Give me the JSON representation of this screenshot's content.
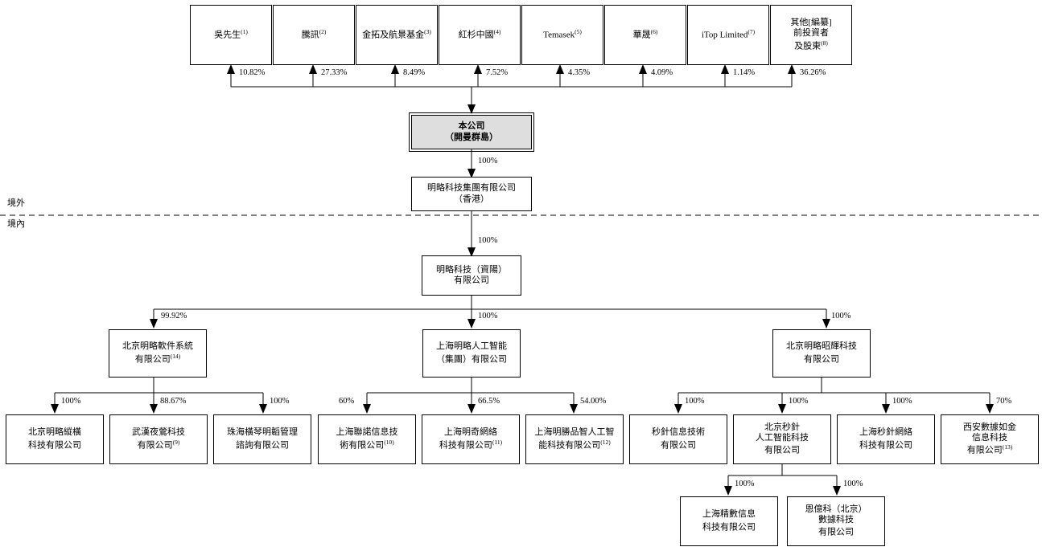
{
  "diagram": {
    "title": "Corporate Shareholding Structure Chart",
    "region_labels": {
      "offshore": "境外",
      "onshore": "境內"
    },
    "shareholders": [
      {
        "name": "吳先生",
        "note": "(1)",
        "pct": "10.82%"
      },
      {
        "name": "騰訊",
        "note": "(2)",
        "pct": "27.33%"
      },
      {
        "name": "金拓及航景基金",
        "note": "(3)",
        "pct": "8.49%"
      },
      {
        "name": "紅杉中國",
        "note": "(4)",
        "pct": "7.52%"
      },
      {
        "name": "Temasek",
        "note": "(5)",
        "pct": "4.35%"
      },
      {
        "name": "華晟",
        "note": "(6)",
        "pct": "4.09%"
      },
      {
        "name": "iTop Limited",
        "note": "(7)",
        "pct": "1.14%"
      },
      {
        "name": "其他[編纂]\n前投資者\n及股東",
        "note": "(8)",
        "pct": "36.26%"
      }
    ],
    "company": {
      "name": "本公司\n（開曼群島）"
    },
    "hk_entity": {
      "name": "明略科技集團有限公司\n（香港）",
      "pct": "100%"
    },
    "ziyang_entity": {
      "name": "明略科技（資陽）\n有限公司",
      "pct": "100%"
    },
    "tier3": [
      {
        "name": "北京明略軟件系統\n有限公司",
        "note": "(14)",
        "pct": "99.92%"
      },
      {
        "name": "上海明略人工智能\n（集團）有限公司",
        "note": "",
        "pct": "100%"
      },
      {
        "name": "北京明略昭輝科技\n有限公司",
        "note": "",
        "pct": "100%"
      }
    ],
    "tier4_group_a": [
      {
        "name": "北京明略縱橫\n科技有限公司",
        "note": "",
        "pct": "100%"
      },
      {
        "name": "武漢夜鶯科技\n有限公司",
        "note": "(9)",
        "pct": "88.67%"
      },
      {
        "name": "珠海橫琴明韜管理\n諮詢有限公司",
        "note": "",
        "pct": "100%"
      }
    ],
    "tier4_group_b": [
      {
        "name": "上海聯諾信息技\n術有限公司",
        "note": "(10)",
        "pct": "60%"
      },
      {
        "name": "上海明奇網絡\n科技有限公司",
        "note": "(11)",
        "pct": "66.5%"
      },
      {
        "name": "上海明勝品智人工智\n能科技有限公司",
        "note": "(12)",
        "pct": "54.00%"
      }
    ],
    "tier4_group_c": [
      {
        "name": "秒針信息技術\n有限公司",
        "note": "",
        "pct": "100%"
      },
      {
        "name": "北京秒針\n人工智能科技\n有限公司",
        "note": "",
        "pct": "100%"
      },
      {
        "name": "上海秒針網絡\n科技有限公司",
        "note": "",
        "pct": "100%"
      },
      {
        "name": "西安數據如金\n信息科技\n有限公司",
        "note": "(13)",
        "pct": "70%"
      }
    ],
    "tier5": [
      {
        "name": "上海精數信息\n科技有限公司",
        "note": "",
        "pct": "100%"
      },
      {
        "name": "恩億科（北京）\n數據科技\n有限公司",
        "note": "",
        "pct": "100%"
      }
    ]
  }
}
